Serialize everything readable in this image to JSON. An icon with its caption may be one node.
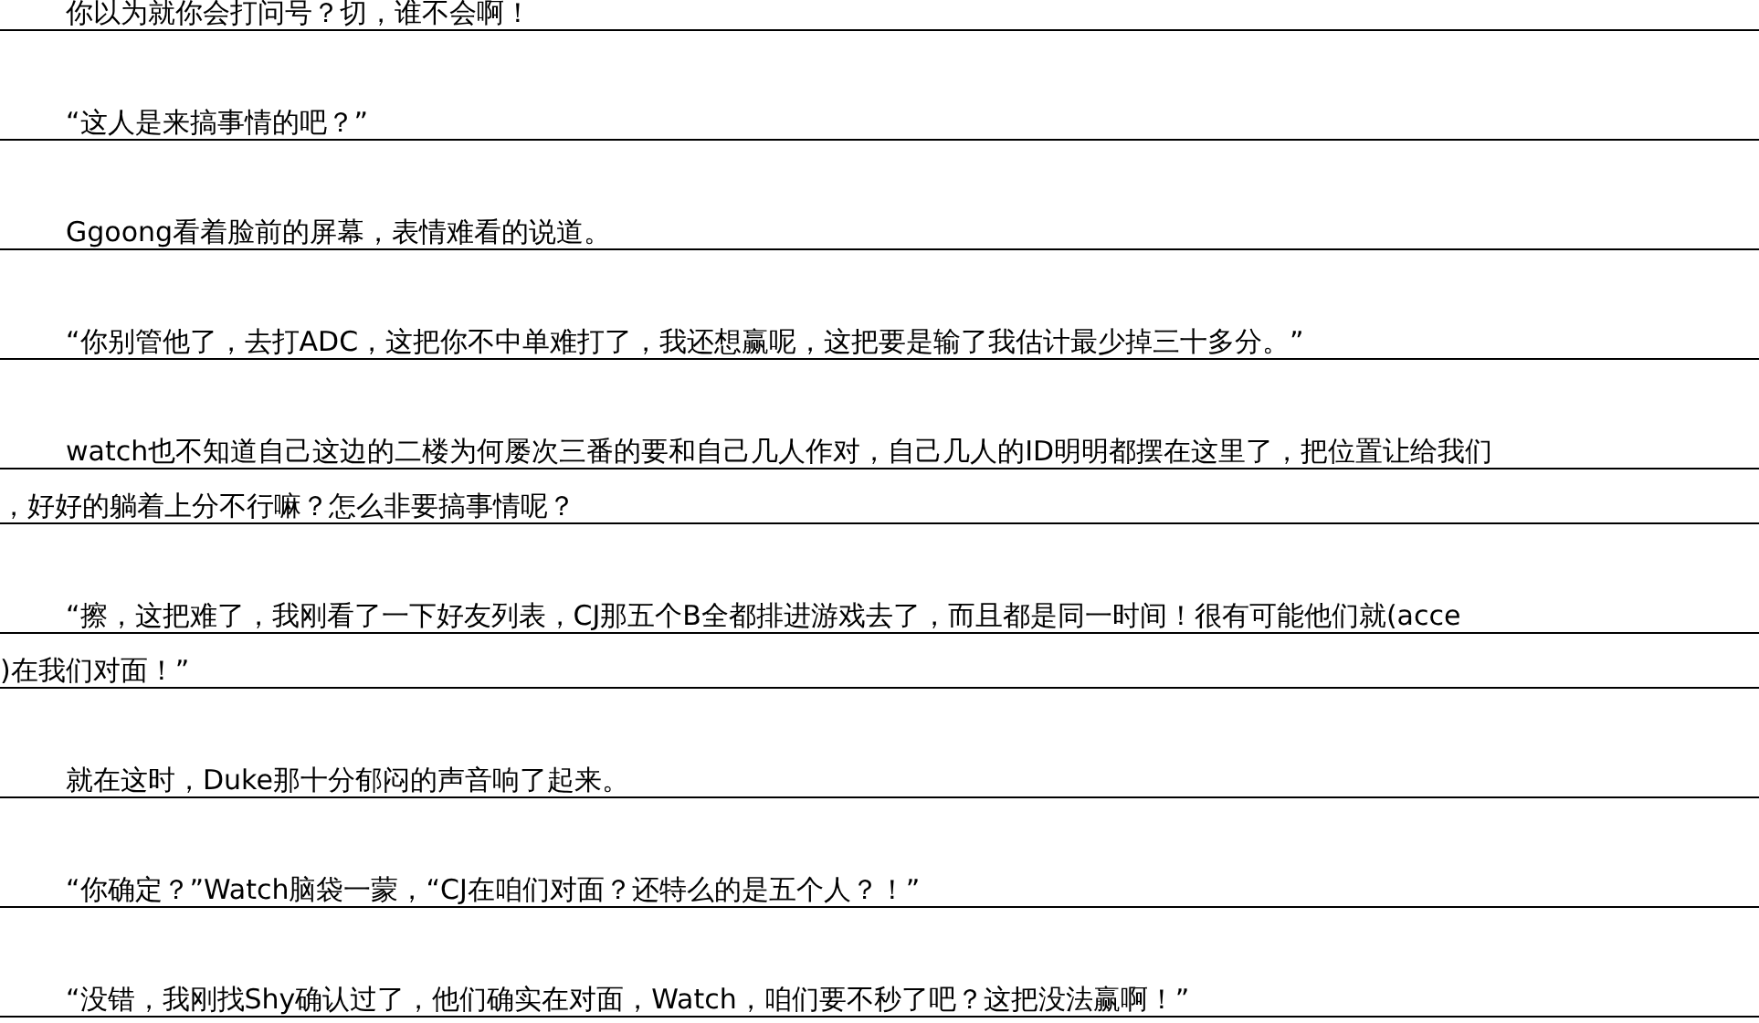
{
  "diagram": {
    "labels": [
      "你以为就你会打问号？切，谁不会啊！",
      "“这人是来搞事情的吧？”",
      "Ggoong看着脸前的屏幕，表情难看的说道。",
      "“你别管他了，去打ADC，这把你不中单难打了，我还想赢呢，这把要是输了我估计最少掉三十多分。”",
      "watch也不知道自己这边的二楼为何屡次三番的要和自己几人作对，自己几人的ID明明都摆在这里了，把位置让给我们",
      "，好好的躺着上分不行嘛？怎么非要搞事情呢？",
      "“擦，这把难了，我刚看了一下好友列表，CJ那五个B全都排进游戏去了，而且都是同一时间！很有可能他们就(acce",
      ")在我们对面！”",
      "就在这时，Duke那十分郁闷的声音响了起来。",
      "“你确定？”Watch脑袋一蒙，“CJ在咱们对面？还特么的是五个人？！”",
      "“没错，我刚找Shy确认过了，他们确实在对面，Watch，咱们要不秒了吧？这把没法赢啊！”"
    ]
  }
}
